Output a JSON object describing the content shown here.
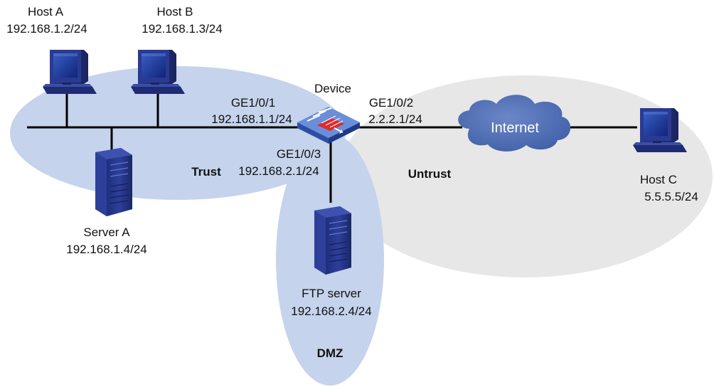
{
  "colors": {
    "trust_zone": "#c5d3ec",
    "dmz_zone": "#c5d3ec",
    "untrust_zone": "#e7e7e7",
    "cloud": "#4e6fb4",
    "link": "#000000",
    "device_body": "#4a72c2",
    "firewall_red": "#e02a2a"
  },
  "zones": {
    "trust": "Trust",
    "untrust": "Untrust",
    "dmz": "DMZ"
  },
  "device": {
    "name": "Device",
    "icon": "firewall-icon",
    "interfaces": {
      "ge1": {
        "name": "GE1/0/1",
        "ip": "192.168.1.1/24"
      },
      "ge2": {
        "name": "GE1/0/2",
        "ip": "2.2.2.1/24"
      },
      "ge3": {
        "name": "GE1/0/3",
        "ip": "192.168.2.1/24"
      }
    }
  },
  "hosts": {
    "host_a": {
      "name": "Host A",
      "ip": "192.168.1.2/24",
      "icon": "computer-icon"
    },
    "host_b": {
      "name": "Host B",
      "ip": "192.168.1.3/24",
      "icon": "computer-icon"
    },
    "host_c": {
      "name": "Host C",
      "ip": "5.5.5.5/24",
      "icon": "computer-icon"
    }
  },
  "servers": {
    "server_a": {
      "name": "Server A",
      "ip": "192.168.1.4/24",
      "icon": "server-icon"
    },
    "ftp": {
      "name": "FTP server",
      "ip": "192.168.2.4/24",
      "icon": "server-icon"
    }
  },
  "internet": {
    "label": "Internet",
    "icon": "cloud-icon"
  }
}
